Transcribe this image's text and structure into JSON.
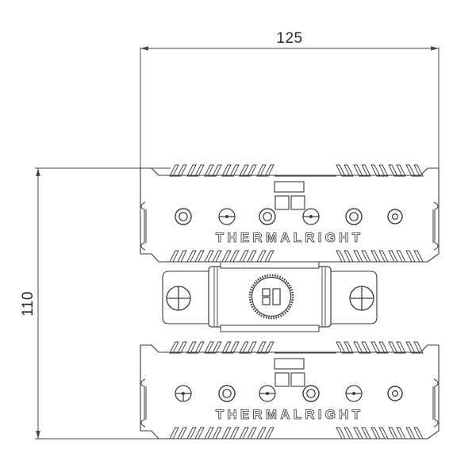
{
  "drawing": {
    "title": "Thermalright bracket assembly outline drawing",
    "background_color": "#ffffff",
    "line_color": "#3a3a3a",
    "dimension_color": "#2b2b2b",
    "view": "front orthographic outline"
  },
  "dimensions": {
    "width": {
      "label": "125",
      "orientation": "horizontal",
      "position": "top"
    },
    "height": {
      "label": "110",
      "orientation": "vertical",
      "position": "left"
    }
  },
  "brackets": [
    {
      "id": "upper-bracket",
      "brand_text": "THERMALRIGHT",
      "hole_count": 6,
      "hole_styles": [
        "ring",
        "slot",
        "ring",
        "slot",
        "ring",
        "ring"
      ],
      "vent_label": "fin-pattern",
      "port_rects": 3
    },
    {
      "id": "lower-bracket",
      "brand_text": "THERMALRIGHT",
      "hole_count": 6,
      "hole_styles": [
        "slot",
        "ring",
        "slot",
        "ring",
        "slot",
        "ring"
      ],
      "vent_label": "fin-pattern",
      "port_rects": 3
    }
  ],
  "center_module": {
    "id": "center-module",
    "screw_count": 2,
    "screw_style": "phillips-cross",
    "dial_style": "knurled",
    "logo_marks": 3
  }
}
